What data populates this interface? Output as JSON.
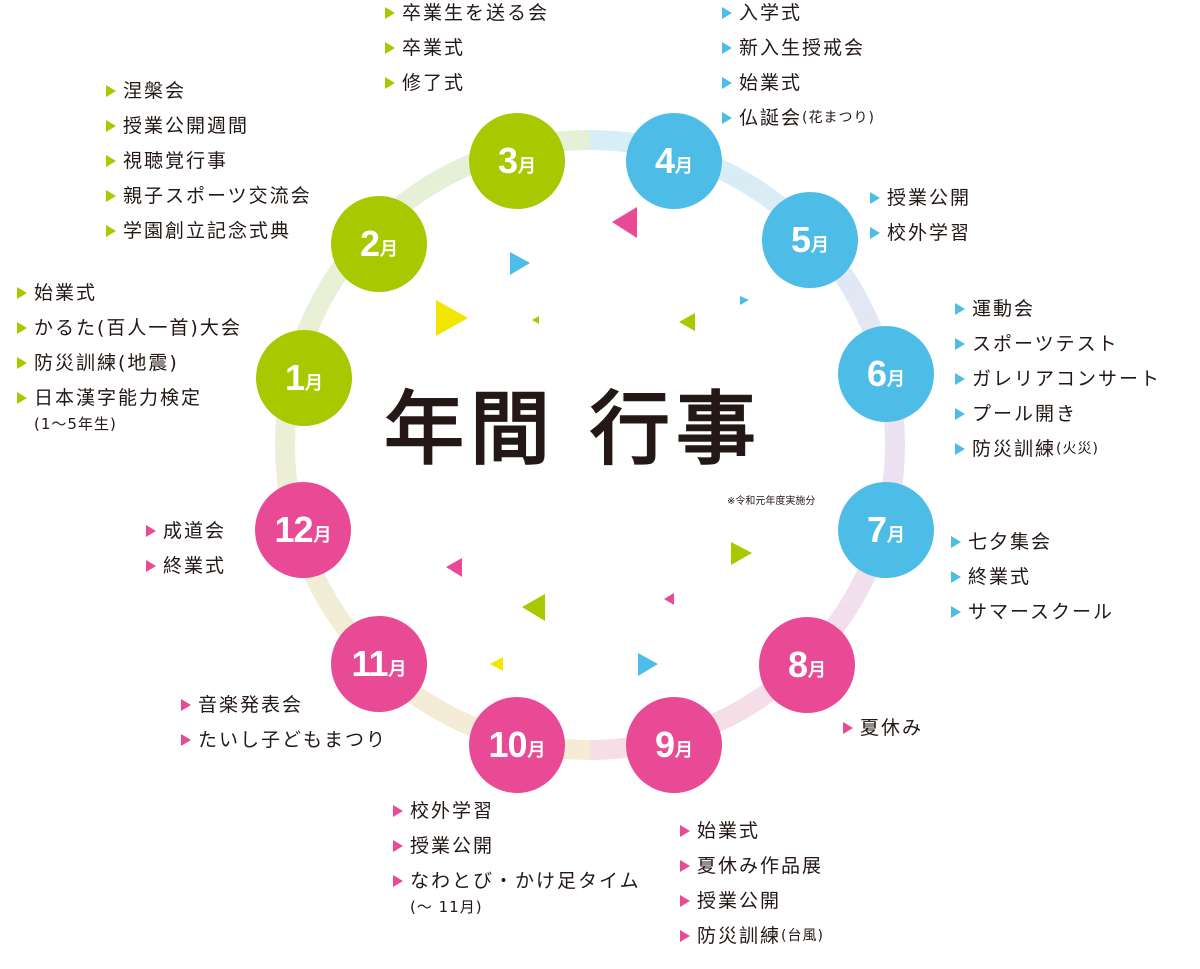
{
  "title": "年間 行事",
  "note": "※令和元年度実施分",
  "colors": {
    "green": "#a8c800",
    "blue": "#4dbde8",
    "pink": "#e84a95"
  },
  "months": [
    {
      "num": "1",
      "unit": "月",
      "events": [
        "始業式",
        "かるた(百人一首)大会",
        "防災訓練(地震)",
        "日本漢字能力検定",
        "(1〜5年生)"
      ]
    },
    {
      "num": "2",
      "unit": "月",
      "events": [
        "涅槃会",
        "授業公開週間",
        "視聴覚行事",
        "親子スポーツ交流会",
        "学園創立記念式典"
      ]
    },
    {
      "num": "3",
      "unit": "月",
      "events": [
        "卒業生を送る会",
        "卒業式",
        "修了式"
      ]
    },
    {
      "num": "4",
      "unit": "月",
      "events": [
        "入学式",
        "新入生授戒会",
        "始業式",
        "仏誕会",
        "(花まつり)"
      ]
    },
    {
      "num": "5",
      "unit": "月",
      "events": [
        "授業公開",
        "校外学習"
      ]
    },
    {
      "num": "6",
      "unit": "月",
      "events": [
        "運動会",
        "スポーツテスト",
        "ガレリアコンサート",
        "プール開き",
        "防災訓練",
        "(火災)"
      ]
    },
    {
      "num": "7",
      "unit": "月",
      "events": [
        "七夕集会",
        "終業式",
        "サマースクール"
      ]
    },
    {
      "num": "8",
      "unit": "月",
      "events": [
        "夏休み"
      ]
    },
    {
      "num": "9",
      "unit": "月",
      "events": [
        "始業式",
        "夏休み作品展",
        "授業公開",
        "防災訓練",
        "(台風)"
      ]
    },
    {
      "num": "10",
      "unit": "月",
      "events": [
        "校外学習",
        "授業公開",
        "なわとび・かけ足タイム",
        "(〜 11月)"
      ]
    },
    {
      "num": "11",
      "unit": "月",
      "events": [
        "音楽発表会",
        "たいし子どもまつり"
      ]
    },
    {
      "num": "12",
      "unit": "月",
      "events": [
        "成道会",
        "終業式"
      ]
    }
  ]
}
